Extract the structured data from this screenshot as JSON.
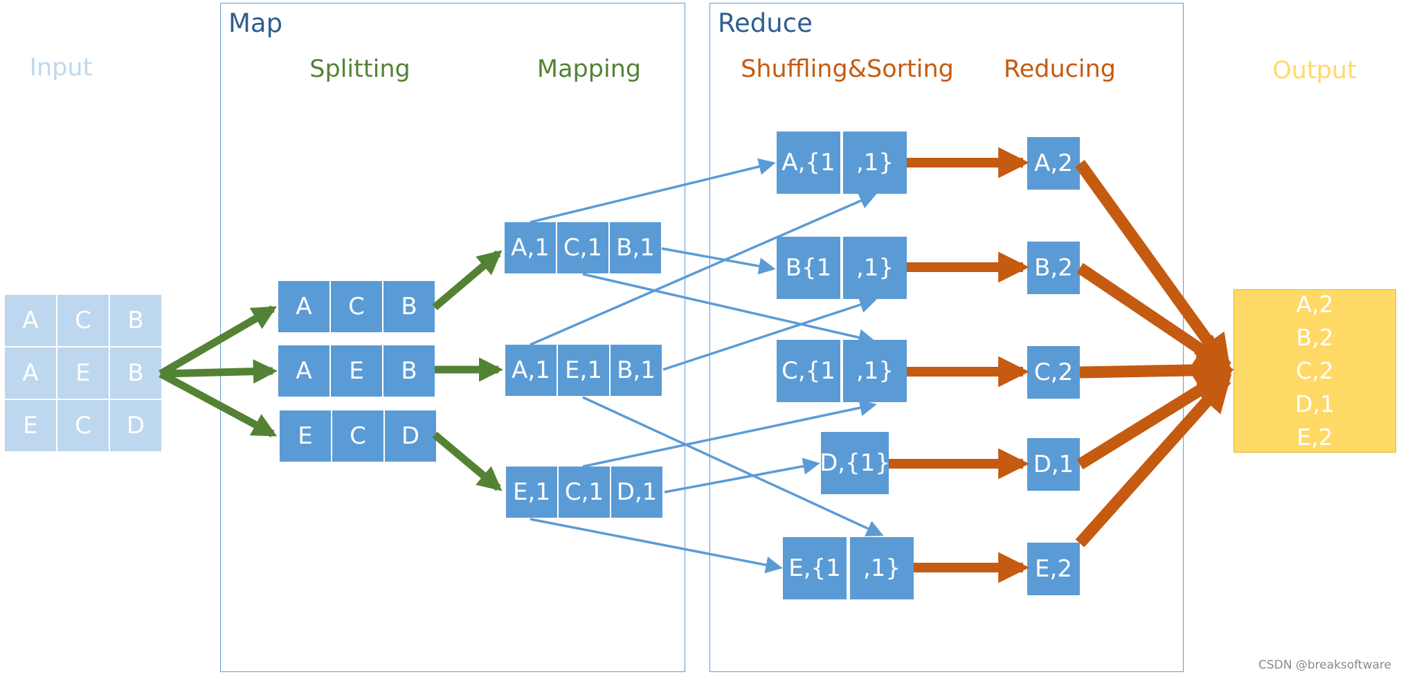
{
  "panels": {
    "map_title": "Map",
    "reduce_title": "Reduce"
  },
  "headers": {
    "input": "Input",
    "splitting": "Splitting",
    "mapping": "Mapping",
    "shuffling": "Shuffling&Sorting",
    "reducing": "Reducing",
    "output": "Output"
  },
  "input_grid": [
    [
      "A",
      "C",
      "B"
    ],
    [
      "A",
      "E",
      "B"
    ],
    [
      "E",
      "C",
      "D"
    ]
  ],
  "splits": [
    [
      "A",
      "C",
      "B"
    ],
    [
      "A",
      "E",
      "B"
    ],
    [
      "E",
      "C",
      "D"
    ]
  ],
  "mappings": [
    [
      "A,1",
      "C,1",
      "B,1"
    ],
    [
      "A,1",
      "E,1",
      "B,1"
    ],
    [
      "E,1",
      "C,1",
      "D,1"
    ]
  ],
  "shuffles": [
    [
      "A,{1",
      ",1}"
    ],
    [
      "B{1",
      ",1}"
    ],
    [
      "C,{1",
      ",1}"
    ],
    [
      "D,{1}"
    ],
    [
      "E,{1",
      ",1}"
    ]
  ],
  "reduces": [
    "A,2",
    "B,2",
    "C,2",
    "D,1",
    "E,2"
  ],
  "output_lines": [
    "A,2",
    "B,2",
    "C,2",
    "D,1",
    "E,2"
  ],
  "colors": {
    "blue": "#5b9bd5",
    "light_blue": "#bdd7ee",
    "green": "#548235",
    "orange": "#c55a11",
    "yellow": "#ffd966",
    "map_hdr": "#548235",
    "reduce_hdr": "#c55a11",
    "input_hdr": "#bdd7ee",
    "output_hdr": "#ffd966"
  },
  "watermark": "CSDN @breaksoftware"
}
